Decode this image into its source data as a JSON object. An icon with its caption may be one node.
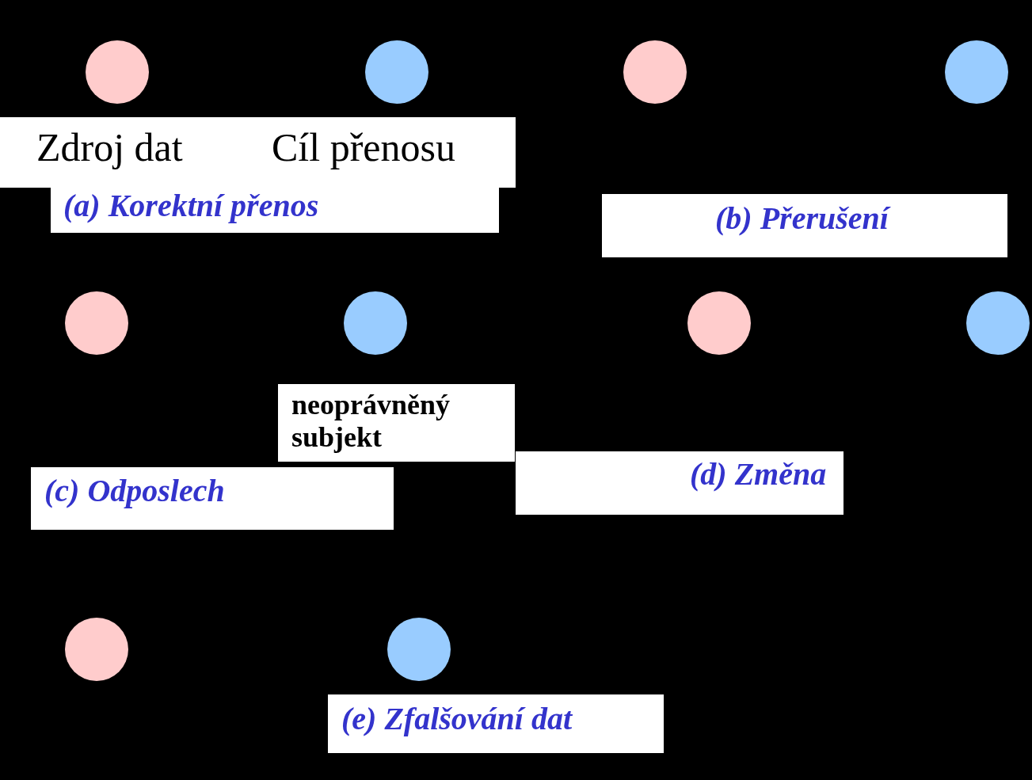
{
  "diagram": {
    "nodes": [
      {
        "text": [],
        "shape": "circle"
      },
      {
        "text": [],
        "shape": "circle"
      },
      {
        "text": [],
        "shape": "circle"
      },
      {
        "text": [],
        "shape": "circle"
      },
      {
        "text": [
          "Zdroj dat",
          "Cíl přenosu"
        ]
      },
      {
        "text": [
          "(a) Korektní přenos"
        ]
      },
      {
        "text": [
          "(b) Přerušení"
        ]
      },
      {
        "text": [],
        "shape": "circle"
      },
      {
        "text": [],
        "shape": "circle"
      },
      {
        "text": [],
        "shape": "circle"
      },
      {
        "text": [],
        "shape": "circle"
      },
      {
        "text": [
          "neoprávněný subjekt"
        ]
      },
      {
        "text": [
          "(c) Odposlech"
        ]
      },
      {
        "text": [
          "(d) Změna"
        ]
      },
      {
        "text": [],
        "shape": "circle"
      },
      {
        "text": [],
        "shape": "circle"
      },
      {
        "text": [
          "(e) Zfalšování dat"
        ]
      }
    ]
  }
}
